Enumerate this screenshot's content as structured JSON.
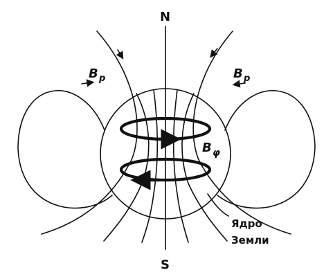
{
  "labels": {
    "north": "N",
    "south": "S",
    "bp_left": "B",
    "bp_left_sub": "p",
    "bp_right": "B",
    "bp_right_sub": "p",
    "bphi": "B",
    "bphi_sub": "φ",
    "core_line1": "Ядро",
    "core_line2": "Земли"
  }
}
